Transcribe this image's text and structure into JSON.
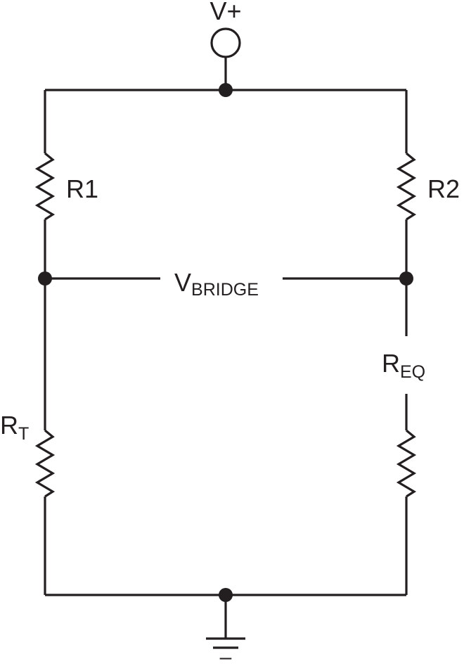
{
  "labels": {
    "supply": "V+",
    "r1": "R1",
    "r2": "R2",
    "rt_main": "R",
    "rt_sub": "T",
    "req_main": "R",
    "req_sub": "EQ",
    "vbridge_main": "V",
    "vbridge_sub": "BRIDGE",
    "ground": "–"
  },
  "colors": {
    "stroke": "#231f20",
    "background": "#ffffff"
  }
}
